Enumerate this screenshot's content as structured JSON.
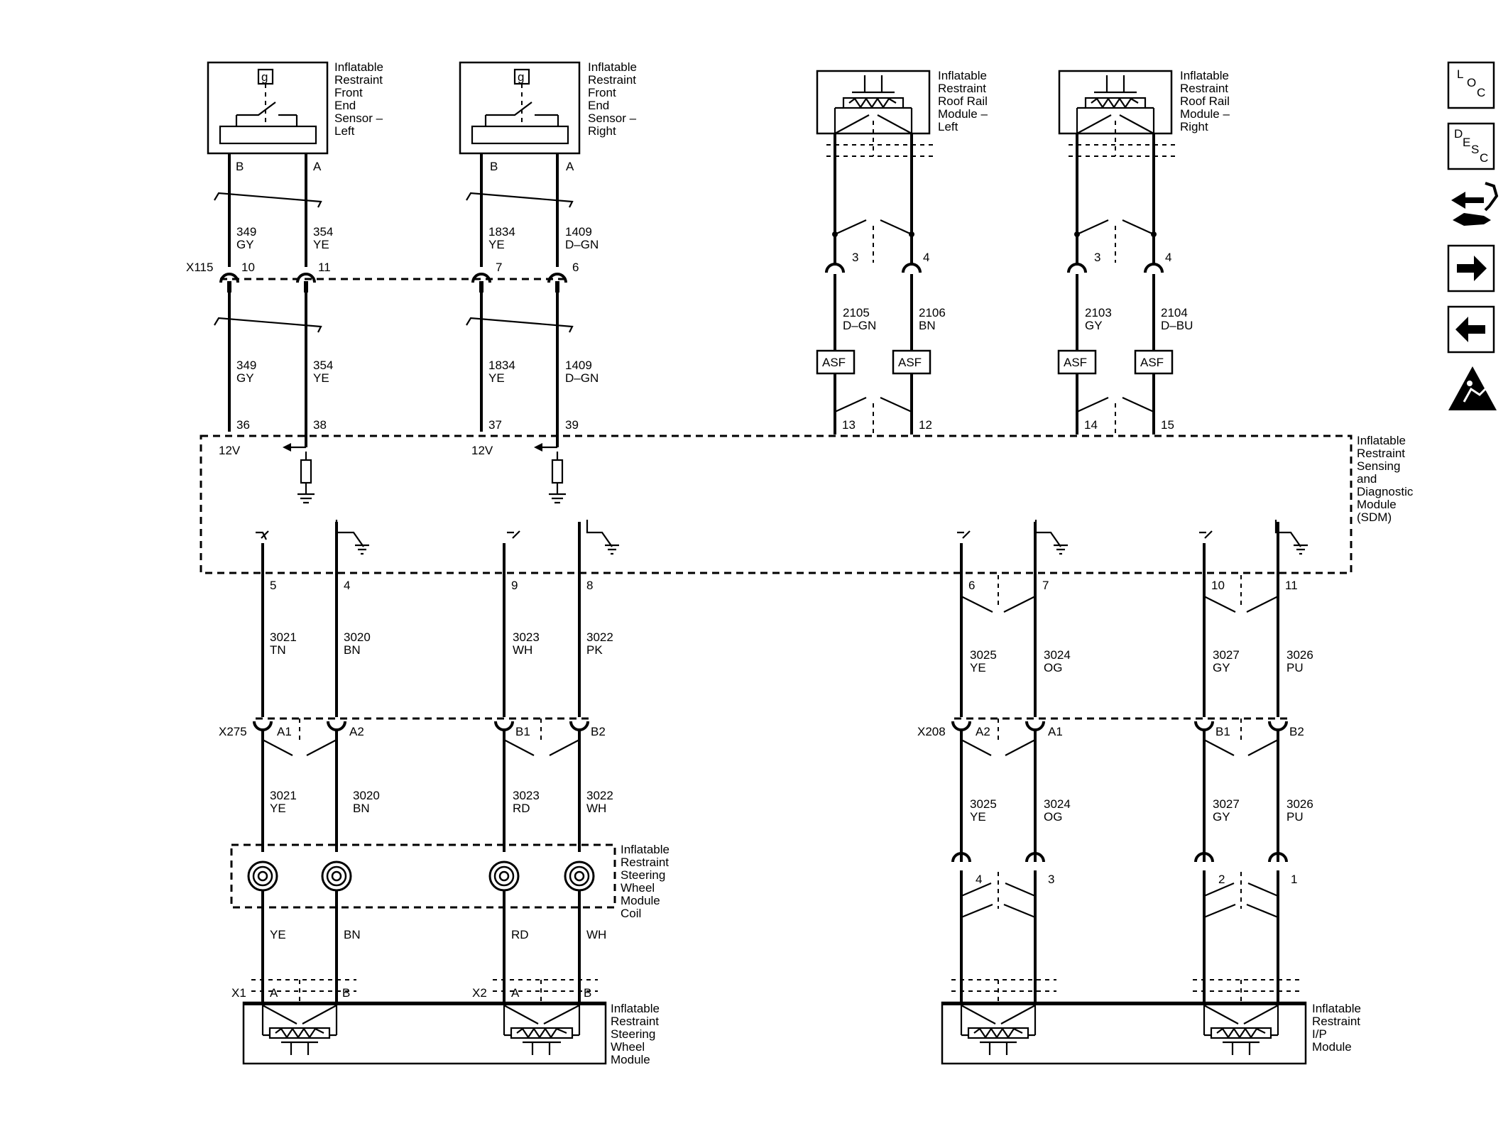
{
  "components": {
    "fes_left": [
      "Inflatable",
      "Restraint",
      "Front",
      "End",
      "Sensor –",
      "Left"
    ],
    "fes_right": [
      "Inflatable",
      "Restraint",
      "Front",
      "End",
      "Sensor –",
      "Right"
    ],
    "rrm_left": [
      "Inflatable",
      "Restraint",
      "Roof Rail",
      "Module –",
      "Left"
    ],
    "rrm_right": [
      "Inflatable",
      "Restraint",
      "Roof Rail",
      "Module –",
      "Right"
    ],
    "sdm": [
      "Inflatable",
      "Restraint",
      "Sensing",
      "and",
      "Diagnostic",
      "Module",
      "(SDM)"
    ],
    "coil": [
      "Inflatable",
      "Restraint",
      "Steering",
      "Wheel",
      "Module",
      "Coil"
    ],
    "swm": [
      "Inflatable",
      "Restraint",
      "Steering",
      "Wheel",
      "Module"
    ],
    "ipm": [
      "Inflatable",
      "Restraint",
      "I/P",
      "Module"
    ]
  },
  "sensor_symbol": "g",
  "connectors": {
    "x115": "X115",
    "x275": "X275",
    "x208": "X208",
    "x1": "X1",
    "x2": "X2"
  },
  "pins": {
    "fes_l_b": "B",
    "fes_l_a": "A",
    "fes_r_b": "B",
    "fes_r_a": "A",
    "x115_10": "10",
    "x115_11": "11",
    "x115_7": "7",
    "x115_6": "6",
    "rrm_l_3": "3",
    "rrm_l_4": "4",
    "rrm_r_3": "3",
    "rrm_r_4": "4",
    "sdm_36": "36",
    "sdm_38": "38",
    "sdm_37": "37",
    "sdm_39": "39",
    "sdm_13": "13",
    "sdm_12": "12",
    "sdm_14": "14",
    "sdm_15": "15",
    "sdm_5": "5",
    "sdm_4": "4",
    "sdm_9": "9",
    "sdm_8": "8",
    "sdm_6": "6",
    "sdm_7": "7",
    "sdm_10": "10",
    "sdm_11": "11",
    "x275_a1": "A1",
    "x275_a2": "A2",
    "x275_b1": "B1",
    "x275_b2": "B2",
    "x208_a2": "A2",
    "x208_a1": "A1",
    "x208_b1": "B1",
    "x208_b2": "B2",
    "ipm_4": "4",
    "ipm_3": "3",
    "ipm_2": "2",
    "ipm_1": "1",
    "x1_a": "A",
    "x1_b": "B",
    "x2_a": "A",
    "x2_b": "B"
  },
  "supply": {
    "left": "12V",
    "right": "12V"
  },
  "wires": {
    "w349a": [
      "349",
      "GY"
    ],
    "w354a": [
      "354",
      "YE"
    ],
    "w1834a": [
      "1834",
      "YE"
    ],
    "w1409a": [
      "1409",
      "D–GN"
    ],
    "w349b": [
      "349",
      "GY"
    ],
    "w354b": [
      "354",
      "YE"
    ],
    "w1834b": [
      "1834",
      "YE"
    ],
    "w1409b": [
      "1409",
      "D–GN"
    ],
    "w2105": [
      "2105",
      "D–GN"
    ],
    "w2106": [
      "2106",
      "BN"
    ],
    "w2103": [
      "2103",
      "GY"
    ],
    "w2104": [
      "2104",
      "D–BU"
    ],
    "w3021a": [
      "3021",
      "TN"
    ],
    "w3020a": [
      "3020",
      "BN"
    ],
    "w3023a": [
      "3023",
      "WH"
    ],
    "w3022a": [
      "3022",
      "PK"
    ],
    "w3021b": [
      "3021",
      "YE"
    ],
    "w3020b": [
      "3020",
      "BN"
    ],
    "w3023b": [
      "3023",
      "RD"
    ],
    "w3022b": [
      "3022",
      "WH"
    ],
    "w3025a": [
      "3025",
      "YE"
    ],
    "w3024a": [
      "3024",
      "OG"
    ],
    "w3027a": [
      "3027",
      "GY"
    ],
    "w3026a": [
      "3026",
      "PU"
    ],
    "w3025b": [
      "3025",
      "YE"
    ],
    "w3024b": [
      "3024",
      "OG"
    ],
    "w3027b": [
      "3027",
      "GY"
    ],
    "w3026b": [
      "3026",
      "PU"
    ]
  },
  "coil_colors": [
    "YE",
    "BN",
    "RD",
    "WH"
  ],
  "asf": [
    "ASF",
    "ASF",
    "ASF",
    "ASF"
  ],
  "nav": {
    "loc": [
      "L",
      "O",
      "C"
    ],
    "desc": [
      "D",
      "E",
      "S",
      "C"
    ]
  }
}
